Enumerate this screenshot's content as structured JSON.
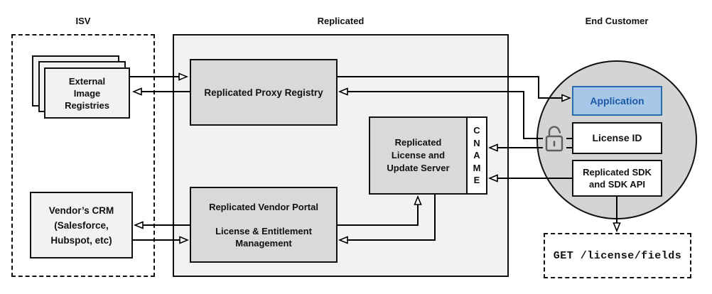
{
  "titles": {
    "isv": "ISV",
    "replicated": "Replicated",
    "end_customer": "End Customer"
  },
  "nodes": {
    "external_registries": {
      "lines": [
        "External",
        "Image",
        "Registries"
      ]
    },
    "vendors_crm": {
      "lines": [
        "Vendor’s CRM",
        "(Salesforce,",
        "Hubspot, etc)"
      ]
    },
    "proxy_registry": {
      "label": "Replicated Proxy Registry"
    },
    "vendor_portal": {
      "title": "Replicated Vendor Portal",
      "subtitle_lines": [
        "License & Entitlement",
        "Management"
      ]
    },
    "license_update_server": {
      "lines": [
        "Replicated",
        "License and",
        "Update Server"
      ]
    },
    "cname": {
      "letters": [
        "C",
        "N",
        "A",
        "M",
        "E"
      ]
    },
    "application": {
      "label": "Application"
    },
    "license_id": {
      "label": "License ID"
    },
    "replicated_sdk": {
      "lines": [
        "Replicated SDK",
        "and SDK API"
      ]
    },
    "get_license_fields": {
      "label": "GET /license/fields"
    }
  },
  "icons": {
    "lock": "unlock-icon"
  },
  "colors": {
    "line": "#000000",
    "box_gray": "#d9d9d9",
    "panel_gray": "#f2f2f2",
    "circle_gray": "#d4d4d4",
    "accent_fill": "#a7c7e9",
    "accent_border": "#2a6cb0",
    "accent_text": "#1a5aa6",
    "lock_gray": "#5f5f5f"
  }
}
